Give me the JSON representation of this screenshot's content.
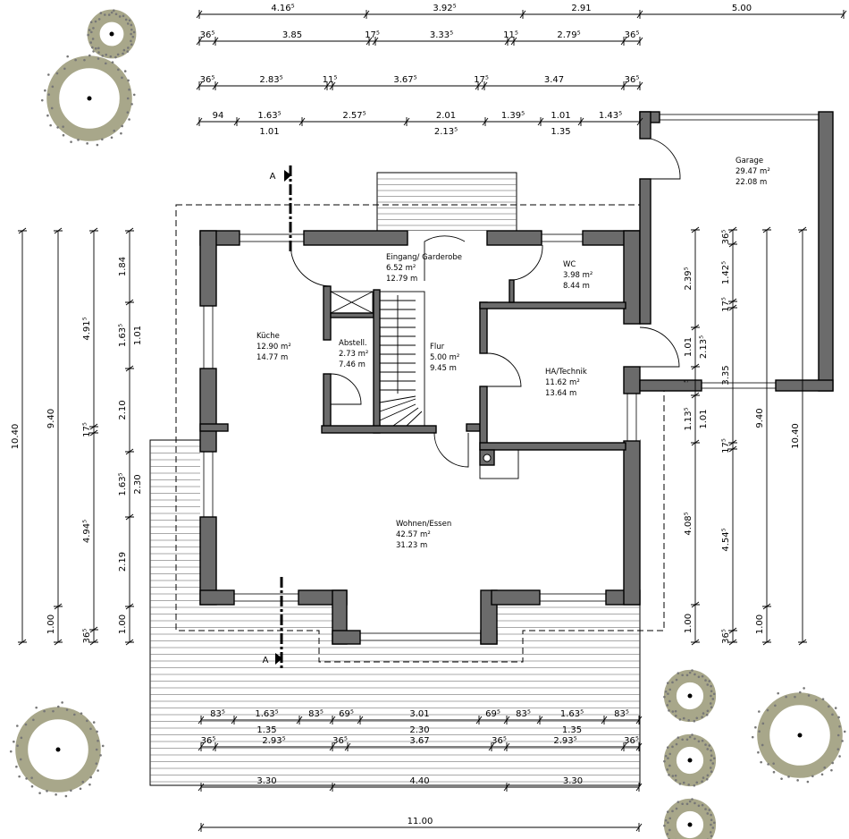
{
  "section_marker": "A",
  "colors": {
    "wall": "#6b6b6b",
    "tree": "#a8a78a"
  },
  "rooms": [
    {
      "name": "Eingang/ Garderobe",
      "area": "6.52 m²",
      "perimeter": "12.79 m"
    },
    {
      "name": "Küche",
      "area": "12.90 m²",
      "perimeter": "14.77 m"
    },
    {
      "name": "Abstell.",
      "area": "2.73 m²",
      "perimeter": "7.46 m"
    },
    {
      "name": "Flur",
      "area": "5.00 m²",
      "perimeter": "9.45 m"
    },
    {
      "name": "WC",
      "area": "3.98 m²",
      "perimeter": "8.44 m"
    },
    {
      "name": "HA/Technik",
      "area": "11.62 m²",
      "perimeter": "13.64 m"
    },
    {
      "name": "Wohnen/Essen",
      "area": "42.57 m²",
      "perimeter": "31.23 m"
    },
    {
      "name": "Garage",
      "area": "29.47 m²",
      "perimeter": "22.08 m"
    }
  ],
  "dimensions": {
    "top": [
      {
        "labels": [
          "4.16⁵",
          "3.92⁵",
          "2.91",
          "5.00"
        ]
      },
      {
        "labels": [
          "36⁵",
          "3.85",
          "17⁵",
          "3.33⁵",
          "11⁵",
          "2.79⁵",
          "36⁵"
        ]
      },
      {
        "labels": [
          "36⁵",
          "2.83⁵",
          "11⁵",
          "3.67⁵",
          "17⁵",
          "3.47",
          "36⁵"
        ]
      },
      {
        "labels": [
          "94",
          "1.63⁵",
          "2.57⁵",
          "2.01",
          "1.39⁵",
          "1.01",
          "1.43⁵"
        ],
        "sub": [
          "",
          "1.01",
          "",
          "2.13⁵",
          "",
          "1.35",
          ""
        ]
      }
    ],
    "bottom": [
      {
        "labels": [
          "83⁵",
          "1.63⁵",
          "83⁵",
          "69⁵",
          "3.01",
          "69⁵",
          "83⁵",
          "1.63⁵",
          "83⁵"
        ],
        "sub": [
          "",
          "1.35",
          "",
          "",
          "2.30",
          "",
          "",
          "1.35",
          ""
        ]
      },
      {
        "labels": [
          "36⁵",
          "2.93⁵",
          "36⁵",
          "3.67",
          "36⁵",
          "2.93⁵",
          "36⁵"
        ]
      },
      {
        "labels": [
          "3.30",
          "4.40",
          "3.30"
        ]
      },
      {
        "labels": [
          "11.00"
        ]
      }
    ],
    "left": [
      {
        "labels": [
          "10.40"
        ]
      },
      {
        "labels": [
          "9.40",
          "1.00"
        ]
      },
      {
        "labels": [
          "4.91⁵",
          "17⁵",
          "4.94⁵",
          "36⁵"
        ]
      },
      {
        "labels": [
          "1.84",
          "1.63⁵",
          "2.10",
          "1.63⁵",
          "2.19",
          "1.00"
        ],
        "sub": [
          "",
          "1.01",
          "",
          "2.30",
          "",
          ""
        ]
      }
    ],
    "right": [
      {
        "labels": [
          "2.39⁵",
          "1.01",
          "⁵",
          "1.13⁵",
          "4.08⁵",
          "1.00"
        ],
        "sub": [
          "",
          "2.13⁵",
          "",
          "1.01",
          "",
          ""
        ]
      },
      {
        "labels": [
          "36⁵",
          "1.42⁵",
          "17⁵",
          "3.35",
          "17⁵",
          "4.54⁵",
          "36⁵"
        ]
      },
      {
        "labels": [
          "9.40",
          "1.00"
        ]
      },
      {
        "labels": [
          "10.40"
        ]
      }
    ]
  }
}
